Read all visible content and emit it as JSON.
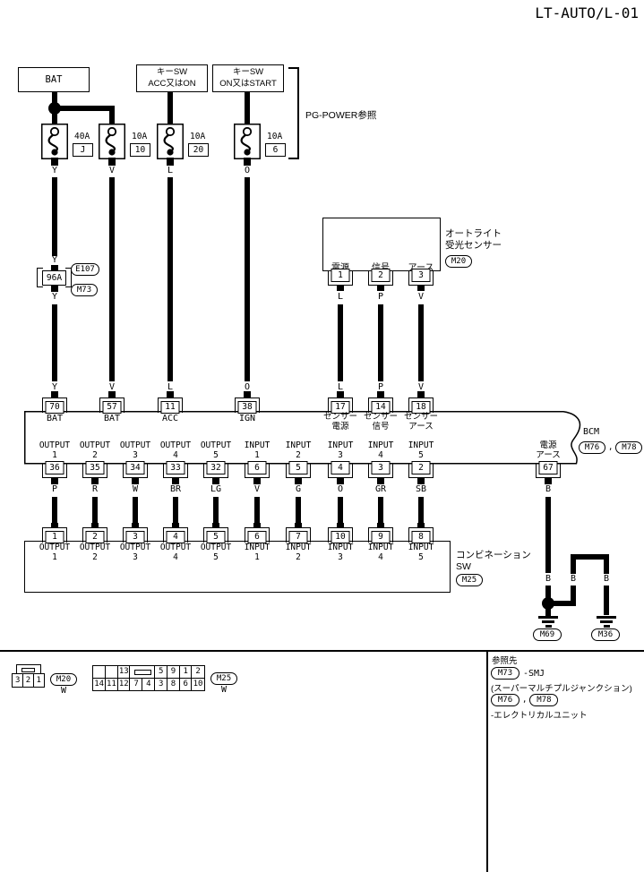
{
  "title": "LT-AUTO/L-01",
  "top": {
    "bat": "BAT",
    "key_acc": "キーSW\nACC又はON",
    "key_ign": "キーSW\nON又はSTART",
    "pg_note": "PG-POWER参照",
    "fuses": [
      {
        "amp": "40A",
        "slot": "J",
        "wire": "Y"
      },
      {
        "amp": "10A",
        "slot": "10",
        "wire": "V"
      },
      {
        "amp": "10A",
        "slot": "20",
        "wire": "L"
      },
      {
        "amp": "10A",
        "slot": "6",
        "wire": "O"
      }
    ]
  },
  "smj": {
    "wire_top": "Y",
    "conn_top": "E107",
    "pin": "96A",
    "conn_bottom": "M73",
    "wire_bottom": "Y"
  },
  "sensor": {
    "name": "オートライト\n受光センサー",
    "connector": "M20",
    "pins": [
      {
        "label": "電源",
        "pin": "1",
        "wire": "L"
      },
      {
        "label": "信号",
        "pin": "2",
        "wire": "P"
      },
      {
        "label": "アース",
        "pin": "3",
        "wire": "V"
      }
    ]
  },
  "bcm": {
    "name": "BCM",
    "conn1": "M76",
    "separator": ",",
    "conn2": "M78",
    "top_pins": [
      {
        "wire": "Y",
        "pin": "70",
        "label": "BAT"
      },
      {
        "wire": "V",
        "pin": "57",
        "label": "BAT"
      },
      {
        "wire": "L",
        "pin": "11",
        "label": "ACC"
      },
      {
        "wire": "O",
        "pin": "38",
        "label": "IGN"
      },
      {
        "wire": "L",
        "pin": "17",
        "label": "センサー\n電源"
      },
      {
        "wire": "P",
        "pin": "14",
        "label": "センサー\n信号"
      },
      {
        "wire": "V",
        "pin": "18",
        "label": "センサー\nアース"
      }
    ],
    "bottom_pins": [
      {
        "label": "OUTPUT\n1",
        "pin": "36",
        "wire": "P"
      },
      {
        "label": "OUTPUT\n2",
        "pin": "35",
        "wire": "R"
      },
      {
        "label": "OUTPUT\n3",
        "pin": "34",
        "wire": "W"
      },
      {
        "label": "OUTPUT\n4",
        "pin": "33",
        "wire": "BR"
      },
      {
        "label": "OUTPUT\n5",
        "pin": "32",
        "wire": "LG"
      },
      {
        "label": "INPUT\n1",
        "pin": "6",
        "wire": "V"
      },
      {
        "label": "INPUT\n2",
        "pin": "5",
        "wire": "G"
      },
      {
        "label": "INPUT\n3",
        "pin": "4",
        "wire": "O"
      },
      {
        "label": "INPUT\n4",
        "pin": "3",
        "wire": "GR"
      },
      {
        "label": "INPUT\n5",
        "pin": "2",
        "wire": "SB"
      }
    ],
    "gnd_pin": {
      "label": "電源\nアース",
      "pin": "67",
      "wire": "B"
    }
  },
  "combo": {
    "name": "コンビネーション\nSW",
    "connector": "M25",
    "pins": [
      {
        "pin": "1",
        "label": "OUTPUT\n1"
      },
      {
        "pin": "2",
        "label": "OUTPUT\n2"
      },
      {
        "pin": "3",
        "label": "OUTPUT\n3"
      },
      {
        "pin": "4",
        "label": "OUTPUT\n4"
      },
      {
        "pin": "5",
        "label": "OUTPUT\n5"
      },
      {
        "pin": "6",
        "label": "INPUT\n1"
      },
      {
        "pin": "7",
        "label": "INPUT\n2"
      },
      {
        "pin": "10",
        "label": "INPUT\n3"
      },
      {
        "pin": "9",
        "label": "INPUT\n4"
      },
      {
        "pin": "8",
        "label": "INPUT\n5"
      }
    ]
  },
  "ground": {
    "wire1": "B",
    "wire2": "B",
    "wire3": "B",
    "gnd1": "M69",
    "gnd2": "M36"
  },
  "footer": {
    "m20": {
      "pins": [
        "3",
        "2",
        "1"
      ],
      "connector": "M20",
      "color": "W"
    },
    "m25": {
      "row1": [
        "",
        "",
        "13",
        "",
        "5",
        "9",
        "1",
        "2"
      ],
      "row2": [
        "14",
        "11",
        "12",
        "7",
        "4",
        "3",
        "8",
        "6",
        "10"
      ],
      "connector": "M25",
      "color": "W"
    },
    "ref": {
      "heading": "参照先",
      "conn1": "M73",
      "text1": "-SMJ",
      "text2": "(スーパーマルチプルジャンクション)",
      "conn2": "M76",
      "separator": ",",
      "conn3": "M78",
      "text3": "-エレクトリカルユニット"
    }
  }
}
